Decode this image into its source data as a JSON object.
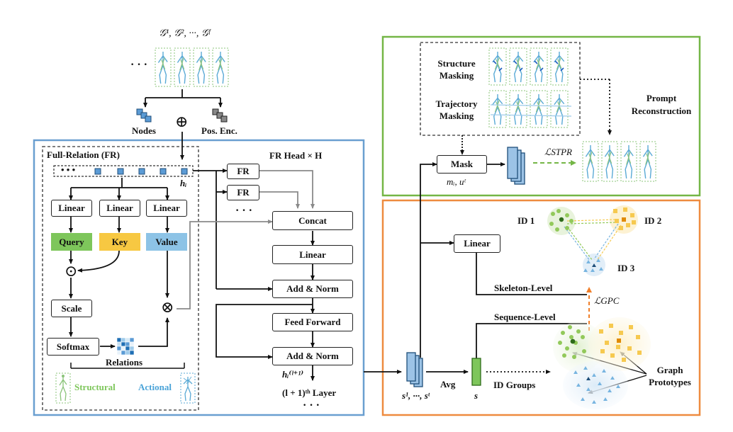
{
  "top": {
    "graph_sequence": "𝒢¹, 𝒢², ···, 𝒢ᶠ",
    "dots": "· · ·",
    "nodes_label": "Nodes",
    "pos_enc_label": "Pos. Enc.",
    "add_symbol": "⊕"
  },
  "fr": {
    "title": "Full-Relation (FR)",
    "dots": "• • •",
    "hi_label": "hᵢ",
    "linear": "Linear",
    "query": "Query",
    "key": "Key",
    "value": "Value",
    "dot_op": "⊙",
    "mul_op": "⊗",
    "scale": "Scale",
    "softmax": "Softmax",
    "relations": "Relations",
    "structural": "Structural",
    "actional": "Actional"
  },
  "transformer": {
    "fr_head": "FR Head × H",
    "fr": "FR",
    "dots": "· · ·",
    "concat": "Concat",
    "linear": "Linear",
    "add_norm": "Add & Norm",
    "feed_forward": "Feed Forward",
    "output_label": "hᵢ⁽ˡ⁺¹⁾",
    "layer_label": "(l + 1)ᵗʰ Layer",
    "bottom_dots": "· · ·"
  },
  "prompt": {
    "structure_masking": "Structure Masking",
    "trajectory_masking": "Trajectory Masking",
    "prompt_reconstruction": "Prompt Reconstruction",
    "mask": "Mask",
    "mask_sub": "mᵢ, uᵗ",
    "loss_stpr": "ℒSTPR"
  },
  "gpc": {
    "linear": "Linear",
    "id1": "ID 1",
    "id2": "ID 2",
    "id3": "ID 3",
    "skeleton_level": "Skeleton-Level",
    "sequence_level": "Sequence-Level",
    "loss_gpc": "ℒGPC",
    "seq_label": "s¹, ···, sᵗ",
    "avg": "Avg",
    "s_label": "s",
    "id_groups": "ID Groups",
    "graph_prototypes": "Graph Prototypes"
  },
  "colors": {
    "blue_panel": "#6a9fd0",
    "green_panel": "#74b646",
    "orange_panel": "#ee8b3f",
    "query": "#7ec65b",
    "key": "#f7c842",
    "value": "#8dc3e6",
    "node_blue": "#5b9bd5",
    "skeleton_green": "#8bc47a",
    "skeleton_blue": "#5aaad6",
    "dashed_green": "#8bc47a",
    "orange_arrow": "#f07f2a",
    "gray_line": "#8a8a8a",
    "cluster_green": "#92c95a",
    "cluster_yellow": "#f6c94f",
    "cluster_blue": "#77b4e0"
  }
}
